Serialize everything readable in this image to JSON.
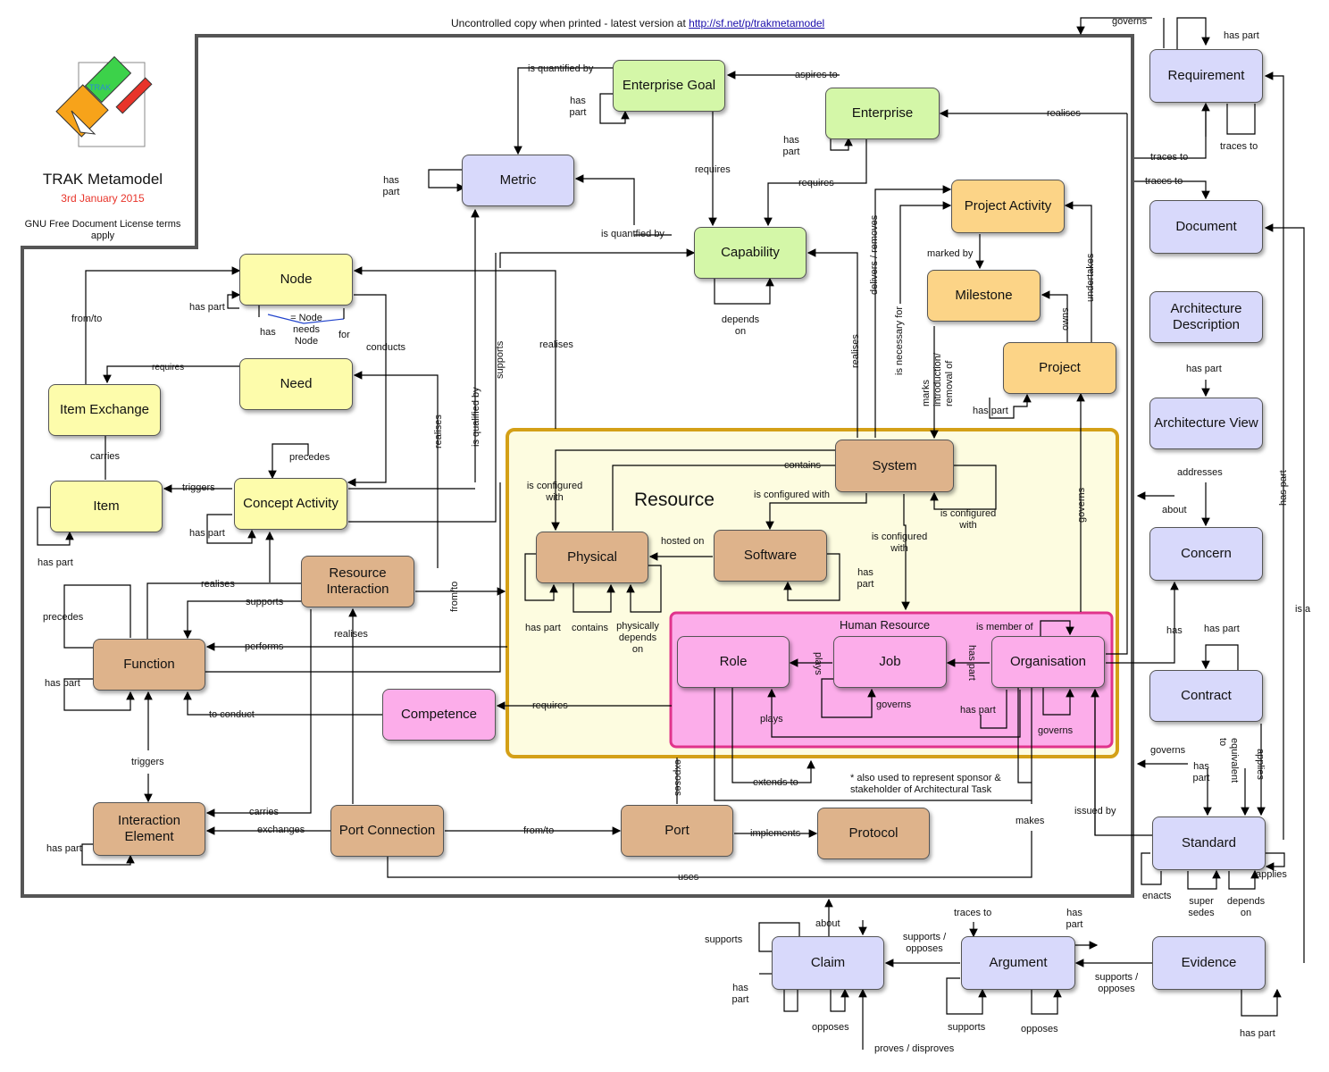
{
  "header": {
    "text": "Uncontrolled copy when printed - latest version at ",
    "link": "http://sf.net/p/trakmetamodel"
  },
  "title_block": {
    "title": "TRAK Metamodel",
    "date": "3rd January 2015",
    "license": "GNU Free Document License terms apply",
    "logo_letters": "TRAK"
  },
  "areas": {
    "resource": "Resource",
    "human_resource": "Human Resource"
  },
  "colors": {
    "green": "#d4f7a8",
    "blue": "#d8d9fb",
    "yellow": "#fdfcab",
    "orange": "#fcd487",
    "tan": "#deb38b",
    "pink": "#fcadea",
    "resource_border": "#d4a017",
    "human_border": "#e0338c"
  },
  "nodes": {
    "enterprise_goal": "Enterprise Goal",
    "enterprise": "Enterprise",
    "metric": "Metric",
    "capability": "Capability",
    "project_activity": "Project Activity",
    "milestone": "Milestone",
    "project": "Project",
    "node": "Node",
    "need": "Need",
    "item_exchange": "Item Exchange",
    "item": "Item",
    "concept_activity": "Concept Activity",
    "resource_interaction": "Resource Interaction",
    "function": "Function",
    "competence": "Competence",
    "interaction_element": "Interaction Element",
    "port_connection": "Port Connection",
    "port": "Port",
    "protocol": "Protocol",
    "system": "System",
    "physical": "Physical",
    "software": "Software",
    "role": "Role",
    "job": "Job",
    "organisation": "Organisation",
    "requirement": "Requirement",
    "document": "Document",
    "architecture_description": "Architecture Description",
    "architecture_view": "Architecture View",
    "concern": "Concern",
    "contract": "Contract",
    "standard": "Standard",
    "claim": "Claim",
    "argument": "Argument",
    "evidence": "Evidence"
  },
  "labels": {
    "governs_top": "governs",
    "has_part_req": "has part",
    "traces_to_req": "traces to",
    "traces_to_1": "traces to",
    "traces_to_2": "traces to",
    "is_quantified_by": "is quantified by",
    "aspires_to": "aspires to",
    "has_part_goal": "has part",
    "has_part_ent": "has part",
    "realises_ent": "realises",
    "requires_goal": "requires",
    "requires_ent": "requires",
    "has_part_metric": "has part",
    "is_quantfied_by": "is quantfied by",
    "depends_on_cap": "depends on",
    "marked_by": "marked by",
    "owns": "owns",
    "undertakes": "undertakes",
    "has_part_project": "has part",
    "delivers_removes": "delivers / removes",
    "is_necessary_for": "is necessary for",
    "marks_intro": "marks introduction/ removal of",
    "realises_sys": "realises",
    "realises_node": "realises",
    "supports_cap": "supports",
    "is_qualified_by": "is qualified by",
    "realises_need": "realises",
    "has_part_node": "has part",
    "has_need": "has",
    "node_needs_node": "= Node needs Node",
    "for": "for",
    "conducts": "conducts",
    "from_to_ie": "from/to",
    "requires_ie": "requires",
    "carries_ie": "carries",
    "triggers_item": "triggers",
    "precedes_ca": "precedes",
    "has_part_item": "has part",
    "has_part_ca": "has part",
    "realises_fn": "realises",
    "supports_fn": "supports",
    "precedes_fn": "precedes",
    "has_part_fn": "has part",
    "performs": "performs",
    "realises_ri": "realises",
    "from_to_ri": "from/to",
    "to_conduct": "to conduct",
    "requires_comp": "requires",
    "triggers_fn": "triggers",
    "carries_iel": "carries",
    "exchanges": "exchanges",
    "has_part_iel": "has part",
    "from_to_pc": "from/to",
    "implements": "implements",
    "exposes": "exposes",
    "uses": "uses",
    "contains_sys": "contains",
    "is_configured_with_1": "is configured with",
    "is_configured_with_2": "is configured with",
    "is_configured_with_3": "is configured with",
    "is_configured_with_4": "is configured with",
    "hosted_on": "hosted on",
    "has_part_sw": "has part",
    "has_part_phys": "has part",
    "contains_phys": "contains",
    "physically_depends_on": "physically depends on",
    "governs_sys": "governs",
    "is_member_of": "is member of",
    "plays": "plays",
    "has_part_org": "has part",
    "governs_job": "governs",
    "has_part_org2": "has part",
    "plays_2": "plays",
    "governs_org": "governs",
    "extends_to": "extends to",
    "sponsor_note": "* also used to represent sponsor & stakeholder of Architectural Task",
    "makes": "makes",
    "issued_by": "issued by",
    "has_part_ad": "has part",
    "addresses": "addresses",
    "about_concern": "about",
    "has_contract": "has",
    "has_part_contract": "has part",
    "is_a": "is a",
    "has_part_doc": "has part",
    "governs_std": "governs",
    "has_part_std": "has part",
    "equivalent_to": "equivalent to",
    "applies_1": "applies",
    "applies_2": "applies",
    "enacts": "enacts",
    "super_sedes": "super sedes",
    "depends_on_std": "depends on",
    "about_claim": "about",
    "supports_claim": "supports",
    "has_part_claim": "has part",
    "opposes_claim": "opposes",
    "supports_opposes_1": "supports / opposes",
    "traces_to_arg": "traces to",
    "has_part_arg": "has part",
    "supports_arg": "supports",
    "opposes_arg": "opposes",
    "supports_opposes_2": "supports / opposes",
    "has_part_ev": "has part",
    "proves_disproves": "proves / disproves"
  }
}
